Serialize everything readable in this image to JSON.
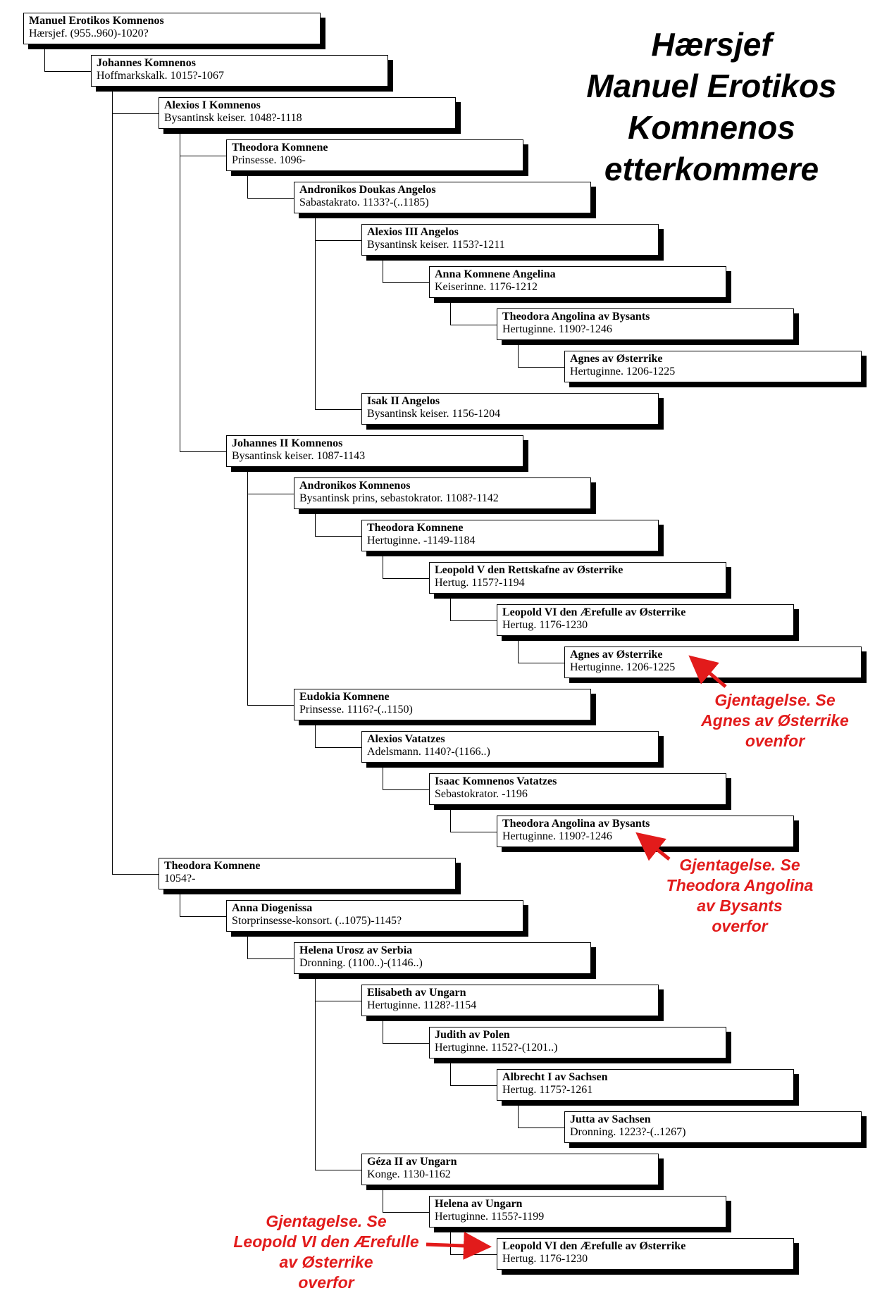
{
  "title": [
    "Hærsjef",
    "Manuel Erotikos",
    "Komnenos",
    "etterkommere"
  ],
  "nodes": [
    {
      "name": "Manuel Erotikos Komnenos",
      "desc": "Hærsjef.  (955..960)-1020?",
      "depth": 0
    },
    {
      "name": "Johannes  Komnenos",
      "desc": "Hoffmarkskalk.  1015?-1067",
      "depth": 1
    },
    {
      "name": "Alexios I Komnenos",
      "desc": "Bysantinsk keiser.  1048?-1118",
      "depth": 2
    },
    {
      "name": "Theodora  Komnene",
      "desc": "Prinsesse.  1096-",
      "depth": 3
    },
    {
      "name": "Andronikos Doukas  Angelos",
      "desc": "Sabastakrato.  1133?-(..1185)",
      "depth": 4
    },
    {
      "name": "Alexios III Angelos",
      "desc": "Bysantinsk keiser.  1153?-1211",
      "depth": 5
    },
    {
      "name": "Anna Komnene Angelina",
      "desc": "Keiserinne.  1176-1212",
      "depth": 6
    },
    {
      "name": "Theodora Angolina av Bysants",
      "desc": "Hertuginne.  1190?-1246",
      "depth": 7
    },
    {
      "name": "Agnes  av  Østerrike",
      "desc": "Hertuginne.  1206-1225",
      "depth": 8
    },
    {
      "name": "Isak II Angelos",
      "desc": "Bysantinsk keiser.  1156-1204",
      "depth": 5
    },
    {
      "name": "Johannes II  Komnenos",
      "desc": "Bysantinsk keiser.  1087-1143",
      "depth": 3
    },
    {
      "name": "Andronikos Komnenos",
      "desc": "Bysantinsk prins, sebastokrator.  1108?-1142",
      "depth": 4
    },
    {
      "name": "Theodora Komnene",
      "desc": "Hertuginne.  -1149-1184",
      "depth": 5
    },
    {
      "name": "Leopold V den Rettskafne av Østerrike",
      "desc": "Hertug.  1157?-1194",
      "depth": 6
    },
    {
      "name": "Leopold VI den Ærefulle  av  Østerrike",
      "desc": "Hertug.  1176-1230",
      "depth": 7
    },
    {
      "name": "Agnes av Østerrike",
      "desc": "Hertuginne.  1206-1225",
      "depth": 8
    },
    {
      "name": "Eudokia Komnene",
      "desc": "Prinsesse.  1116?-(..1150)",
      "depth": 4
    },
    {
      "name": "Alexios Vatatzes",
      "desc": "Adelsmann.  1140?-(1166..)",
      "depth": 5
    },
    {
      "name": "Isaac Komnenos Vatatzes",
      "desc": "Sebastokrator.  -1196",
      "depth": 6
    },
    {
      "name": "Theodora Angolina av Bysants",
      "desc": "Hertuginne.  1190?-1246",
      "depth": 7
    },
    {
      "name": "Theodora Komnene",
      "desc": "1054?-",
      "depth": 2
    },
    {
      "name": "Anna Diogenissa",
      "desc": "Storprinsesse-konsort.  (..1075)-1145?",
      "depth": 3
    },
    {
      "name": "Helena Urosz av Serbia",
      "desc": "Dronning.  (1100..)-(1146..)",
      "depth": 4
    },
    {
      "name": "Elisabeth av Ungarn",
      "desc": "Hertuginne.  1128?-1154",
      "depth": 5
    },
    {
      "name": "Judith av Polen",
      "desc": "Hertuginne.  1152?-(1201..)",
      "depth": 6
    },
    {
      "name": "Albrecht I av Sachsen",
      "desc": "Hertug.  1175?-1261",
      "depth": 7
    },
    {
      "name": "Jutta av Sachsen",
      "desc": "Dronning.  1223?-(..1267)",
      "depth": 8
    },
    {
      "name": "Géza II av Ungarn",
      "desc": "Konge.  1130-1162",
      "depth": 5
    },
    {
      "name": "Helena av Ungarn",
      "desc": "Hertuginne.  1155?-1199",
      "depth": 6
    },
    {
      "name": "Leopold VI den Ærefulle av Østerrike",
      "desc": "Hertug.  1176-1230",
      "depth": 7
    }
  ],
  "notes": [
    {
      "lines": [
        "Gjentagelse. Se",
        "Agnes av Østerrike",
        "ovenfor"
      ],
      "target": 15
    },
    {
      "lines": [
        "Gjentagelse. Se",
        "Theodora Angolina",
        "av Bysants",
        "overfor"
      ],
      "target": 19
    },
    {
      "lines": [
        "Gjentagelse. Se",
        "Leopold VI den Ærefulle",
        "av Østerrike",
        "overfor"
      ],
      "target": 29
    }
  ],
  "colors": {
    "annotation": "#e21b1b",
    "line": "#000000",
    "box": "#ffffff"
  }
}
